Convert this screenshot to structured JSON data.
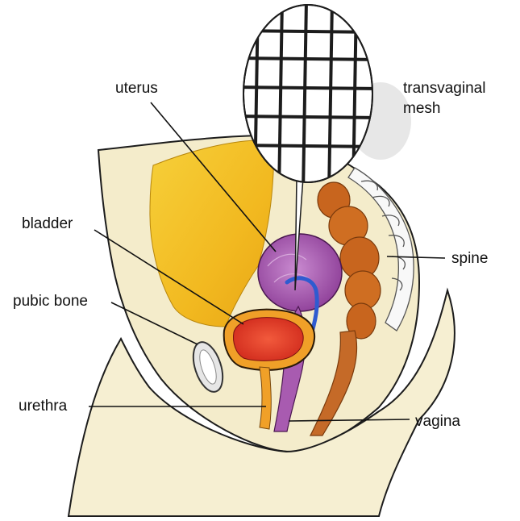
{
  "labels": {
    "uterus": "uterus",
    "mesh_line1": "transvaginal",
    "mesh_line2": "mesh",
    "bladder": "bladder",
    "spine": "spine",
    "pubic_bone": "pubic bone",
    "urethra": "urethra",
    "vagina": "vagina"
  },
  "colors": {
    "background": "#ffffff",
    "skin": "#f4eccb",
    "fat_yellow": "#f2c32a",
    "uterus": "#a85bb0",
    "bladder": "#e8402a",
    "bladder_rim": "#f0a028",
    "rectum": "#c8651e",
    "blue_canal": "#2f5bd0",
    "pubic_bone": "#e4e4e4",
    "mesh_fill": "#ffffff",
    "outline": "#1c1c1c"
  }
}
